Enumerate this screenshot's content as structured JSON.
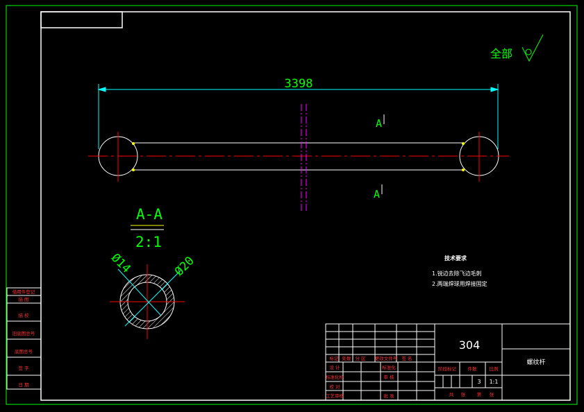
{
  "surface_finish": {
    "label": "全部"
  },
  "main_view": {
    "length_dim": "3398",
    "section_mark_top": "A",
    "section_mark_bottom": "A"
  },
  "section_view": {
    "title": "A-A",
    "scale": "2:1",
    "inner_diameter": "Ø14",
    "outer_diameter": "Ø20"
  },
  "technical_requirements": {
    "title": "技术要求",
    "items": [
      "1.锐边去除飞边毛刺",
      "2.两端焊球用焊接固定"
    ]
  },
  "side_strip": [
    "借用件登记",
    "描 图",
    "描 校",
    "旧底图总号",
    "底图总号",
    "签 字",
    "日 期"
  ],
  "title_block": {
    "drawing_number": "304",
    "part_name": "螺纹杆",
    "header_cells": [
      "标记",
      "处数",
      "分 区",
      "更改文件号",
      "签 名"
    ],
    "row_labels": [
      "设 计",
      "标准化检",
      "校 对",
      "工艺审核"
    ],
    "mid_labels": [
      "标准化",
      "审 核",
      "",
      "批 准"
    ],
    "stage_label": "阶段标记",
    "weight_label": "件数",
    "scale_label": "比例",
    "weight_value": "3",
    "scale_value": "1:1",
    "sheet_labels": [
      "共",
      "张",
      "第",
      "张"
    ]
  },
  "colors": {
    "lines": "#00ff00",
    "dim": "#00ffff",
    "center": "#ff0000",
    "cut": "#ff00ff",
    "part": "#ffffff",
    "hatch": "#ffff00",
    "block_text": "#ff3030"
  }
}
